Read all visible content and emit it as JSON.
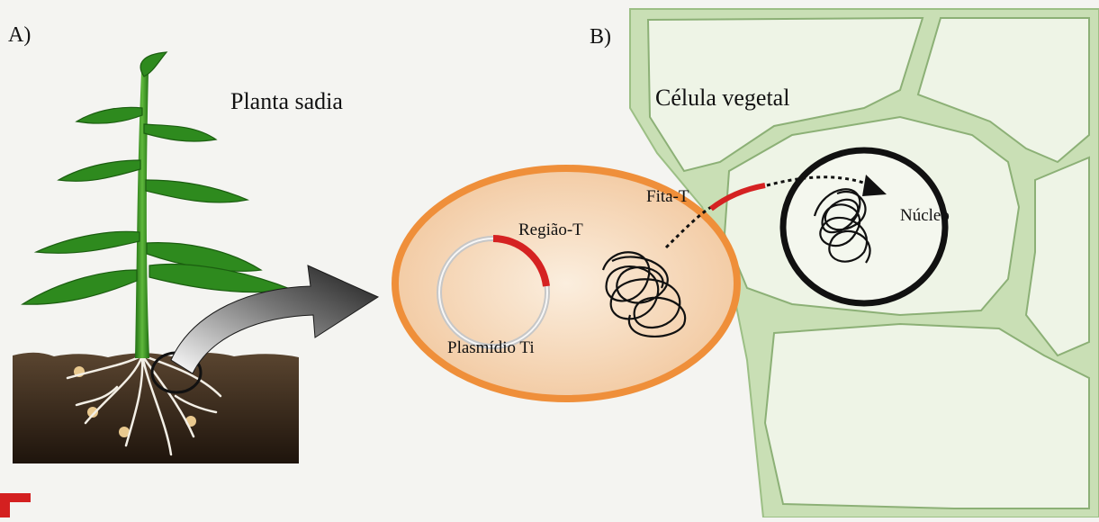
{
  "panels": {
    "a_label": "A)",
    "b_label": "B)"
  },
  "labels": {
    "healthy_plant": "Planta sadia",
    "plant_cell": "Célula vegetal",
    "t_region": "Região-T",
    "ti_plasmid": "Plasmídio Ti",
    "t_strand": "Fita-T",
    "nucleus": "Núcleo"
  },
  "colors": {
    "bacterium_fill": "#f2c9a0",
    "bacterium_border": "#ef8f3a",
    "t_region_red": "#d52222",
    "cell_wall_green": "#c9dfb5",
    "leaf_green": "#2e8a1e",
    "soil": "#3a2a1e",
    "nucleus_border": "#111111"
  }
}
